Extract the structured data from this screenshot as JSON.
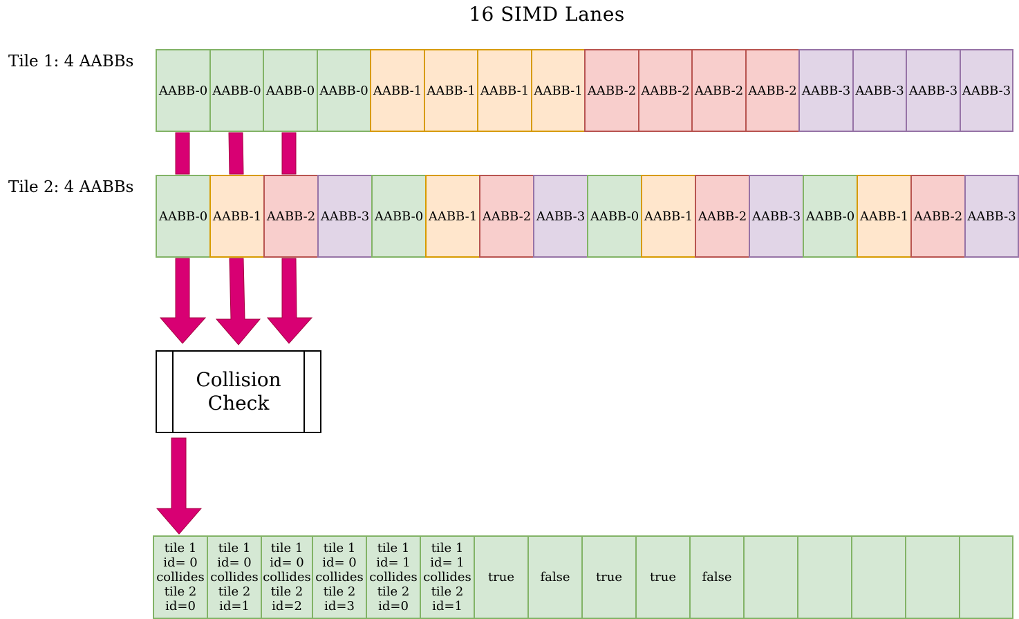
{
  "title": "16 SIMD Lanes",
  "tile1": {
    "label": "Tile 1: 4 AABBs",
    "cells": [
      "AABB-0",
      "AABB-0",
      "AABB-0",
      "AABB-0",
      "AABB-1",
      "AABB-1",
      "AABB-1",
      "AABB-1",
      "AABB-2",
      "AABB-2",
      "AABB-2",
      "AABB-2",
      "AABB-3",
      "AABB-3",
      "AABB-3",
      "AABB-3"
    ]
  },
  "tile2": {
    "label": "Tile 2: 4 AABBs",
    "cells": [
      "AABB-0",
      "AABB-1",
      "AABB-2",
      "AABB-3",
      "AABB-0",
      "AABB-1",
      "AABB-2",
      "AABB-3",
      "AABB-0",
      "AABB-1",
      "AABB-2",
      "AABB-3",
      "AABB-0",
      "AABB-1",
      "AABB-2",
      "AABB-3"
    ]
  },
  "process": {
    "label": "Collision\nCheck"
  },
  "results": {
    "cells": [
      "tile 1\nid= 0\ncollides\ntile 2\nid=0",
      "tile 1\nid= 0\ncollides\ntile 2\nid=1",
      "tile 1\nid= 0\ncollides\ntile 2\nid=2",
      "tile 1\nid= 0\ncollides\ntile 2\nid=3",
      "tile 1\nid= 1\ncollides\ntile 2\nid=0",
      "tile 1\nid= 1\ncollides\ntile 2\nid=1",
      "true",
      "false",
      "true",
      "true",
      "false",
      "",
      "",
      "",
      "",
      ""
    ]
  },
  "colors": {
    "green_fill": "#d5e8d4",
    "green_stroke": "#82b366",
    "orange_fill": "#ffe6cc",
    "orange_stroke": "#d79b00",
    "red_fill": "#f8cecc",
    "red_stroke": "#b85450",
    "purple_fill": "#e1d5e7",
    "purple_stroke": "#9673a6",
    "arrow_fill": "#d80073",
    "arrow_stroke": "#a50040"
  }
}
